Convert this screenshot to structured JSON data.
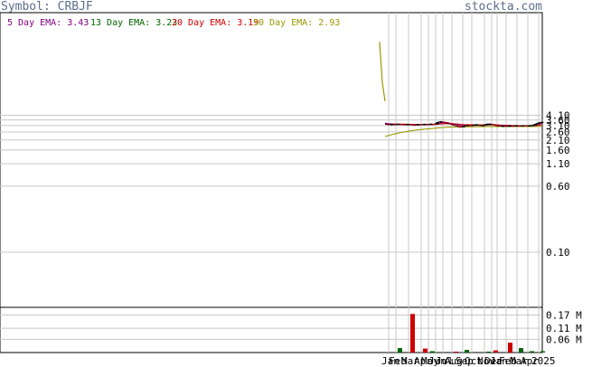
{
  "header": {
    "symbol_label": "Symbol: CRBJF",
    "site": "stockta.com"
  },
  "colors": {
    "ema5": "#800080",
    "ema13": "#006400",
    "ema20": "#cc0000",
    "ema50": "#999900",
    "grid": "#c8c8c8",
    "price_up": "#000000",
    "price_down": "#cc0000",
    "vol_up": "#006400",
    "vol_down": "#cc0000"
  },
  "chart_data": {
    "type": "candlestick",
    "y_scale": "log",
    "legend": [
      {
        "label": "5 Day EMA:",
        "value": "3.43",
        "key": "ema5"
      },
      {
        "label": "13 Day EMA:",
        "value": "3.23",
        "key": "ema13"
      },
      {
        "label": "20 Day EMA:",
        "value": "3.19",
        "key": "ema20"
      },
      {
        "label": "50 Day EMA:",
        "value": "2.93",
        "key": "ema50"
      }
    ],
    "y_ticks": [
      "4.10",
      "3.60",
      "3.10",
      "2.60",
      "2.10",
      "1.60",
      "1.10",
      "0.60",
      "0.10"
    ],
    "volume_ticks": [
      "0.17 M",
      "0.11 M",
      "0.06 M"
    ],
    "x_labels": [
      "Jan",
      "Feb",
      "Mar",
      "Apr",
      "May",
      "Jun",
      "Jul",
      "Aug",
      "Sep",
      "Oct",
      "Nov",
      "Dec",
      "Jan",
      "Feb",
      "Mar",
      "Apr",
      "2025"
    ],
    "price": {
      "pre": [
        30,
        10,
        6
      ],
      "start_close": 3.2,
      "closes": [
        3.21,
        3.18,
        3.2,
        3.16,
        3.22,
        3.19,
        3.17,
        3.2,
        3.15,
        3.14,
        3.18,
        3.16,
        3.21,
        3.19,
        3.24,
        3.2,
        3.38,
        3.45,
        3.4,
        3.32,
        3.22,
        3.12,
        3.05,
        2.95,
        3.05,
        3.12,
        3.08,
        3.15,
        3.18,
        3.1,
        3.12,
        3.22,
        3.24,
        3.2,
        3.08,
        3.05,
        3.06,
        3.04,
        3.07,
        3.05,
        3.08,
        3.06,
        3.09,
        3.07,
        3.1,
        3.12,
        3.24,
        3.35,
        3.4
      ],
      "ema5": [
        3.3,
        3.25,
        3.22,
        3.2,
        3.2,
        3.19,
        3.18,
        3.18,
        3.17,
        3.16,
        3.16,
        3.16,
        3.18,
        3.18,
        3.2,
        3.21,
        3.27,
        3.33,
        3.35,
        3.33,
        3.29,
        3.23,
        3.17,
        3.1,
        3.08,
        3.09,
        3.09,
        3.11,
        3.13,
        3.12,
        3.12,
        3.15,
        3.18,
        3.19,
        3.15,
        3.12,
        3.1,
        3.08,
        3.08,
        3.07,
        3.07,
        3.07,
        3.08,
        3.07,
        3.08,
        3.1,
        3.15,
        3.22,
        3.3
      ],
      "ema20": [
        3.26,
        3.25,
        3.24,
        3.23,
        3.22,
        3.22,
        3.21,
        3.21,
        3.2,
        3.19,
        3.19,
        3.18,
        3.18,
        3.18,
        3.19,
        3.19,
        3.21,
        3.24,
        3.26,
        3.27,
        3.26,
        3.25,
        3.23,
        3.2,
        3.18,
        3.17,
        3.16,
        3.16,
        3.16,
        3.15,
        3.15,
        3.15,
        3.16,
        3.16,
        3.15,
        3.14,
        3.13,
        3.12,
        3.11,
        3.1,
        3.1,
        3.09,
        3.09,
        3.09,
        3.09,
        3.09,
        3.1,
        3.13,
        3.17
      ],
      "ema50": [
        2.3,
        2.36,
        2.42,
        2.47,
        2.52,
        2.57,
        2.61,
        2.65,
        2.69,
        2.72,
        2.75,
        2.78,
        2.81,
        2.83,
        2.85,
        2.87,
        2.9,
        2.92,
        2.94,
        2.96,
        2.97,
        2.98,
        2.98,
        2.98,
        2.99,
        2.99,
        3.0,
        3.0,
        3.01,
        3.01,
        3.01,
        3.02,
        3.02,
        3.02,
        3.02,
        3.02,
        3.02,
        3.02,
        3.02,
        3.02,
        3.02,
        3.02,
        3.02,
        3.02,
        3.02,
        3.02,
        3.03,
        3.04,
        3.05
      ]
    },
    "volume_bars": [
      {
        "month": 1,
        "value": 0.02,
        "dir": "up"
      },
      {
        "month": 2,
        "value": 0.175,
        "dir": "down"
      },
      {
        "month": 3,
        "value": 0.018,
        "dir": "down"
      },
      {
        "month": 4,
        "value": 0.006,
        "dir": "up"
      },
      {
        "month": 7,
        "value": 0.004,
        "dir": "down"
      },
      {
        "month": 8,
        "value": 0.012,
        "dir": "up"
      },
      {
        "month": 10,
        "value": 0.004,
        "dir": "up"
      },
      {
        "month": 11,
        "value": 0.01,
        "dir": "down"
      },
      {
        "month": 13,
        "value": 0.045,
        "dir": "down"
      },
      {
        "month": 14,
        "value": 0.02,
        "dir": "up"
      },
      {
        "month": 15,
        "value": 0.006,
        "dir": "up"
      },
      {
        "month": 16,
        "value": 0.006,
        "dir": "up"
      }
    ]
  }
}
